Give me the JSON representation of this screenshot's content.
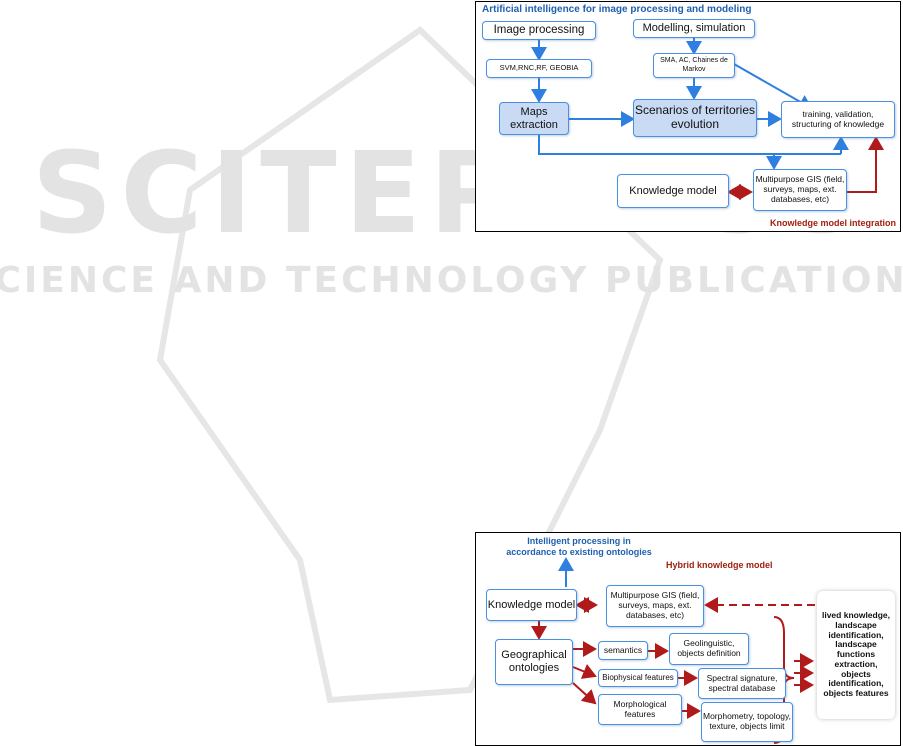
{
  "watermark": {
    "title": "SCITEPRESS",
    "subtitle": "SCIENCE AND TECHNOLOGY PUBLICATIONS"
  },
  "diagram1": {
    "header": "Artificial intelligence for image processing and modeling",
    "footer": "Knowledge model integration",
    "boxes": {
      "image_processing": "Image processing",
      "svm": "SVM,RNC,RF, GEOBIA",
      "maps_extraction": "Maps extraction",
      "modelling": "Modelling, simulation",
      "sma": "SMA, AC, Chaines de Markov",
      "scenarios": "Scenarios of territories evolution",
      "training": "training, validation, structuring of knowledge",
      "knowledge_model": "Knowledge model",
      "gis": "Multipurpose GIS (field, surveys, maps, ext. databases, etc)"
    }
  },
  "diagram2": {
    "header": "Intelligent processing in accordance to existing ontologies",
    "subheader": "Hybrid knowledge model",
    "boxes": {
      "knowledge_model": "Knowledge model",
      "gis": "Multipurpose GIS (field, surveys, maps, ext. databases, etc)",
      "geo_ontologies": "Geographical ontologies",
      "semantics": "semantics",
      "geolinguistic": "Geolinguistic, objects definition",
      "biophysical": "Biophysical features",
      "spectral": "Spectral signature, spectral database",
      "morphological": "Morphological features",
      "morphometry": "Morphometry, topology, texture, objects limit",
      "lived": "lived knowledge, landscape identification, landscape functions extraction, objects identification, objects features"
    }
  },
  "colors": {
    "blue": "#2f7fe0",
    "red": "#b01a1a",
    "box_border": "#4a90e2",
    "box_fill": "#c9daf4",
    "header_blue": "#2060b0",
    "header_red": "#a02010",
    "watermark": "#e3e3e3"
  }
}
